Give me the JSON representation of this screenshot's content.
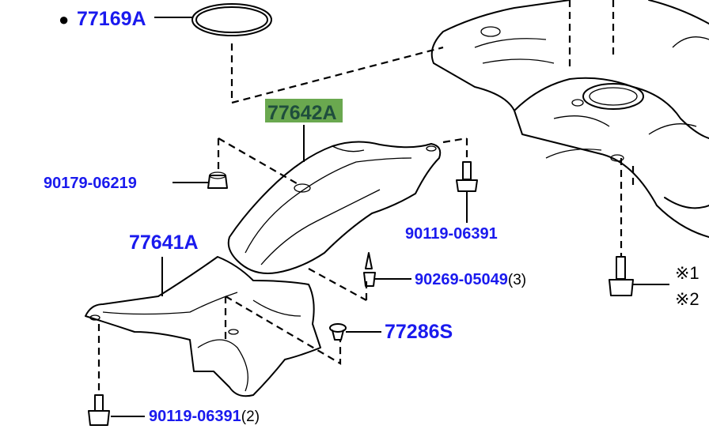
{
  "colors": {
    "part_number": "#1a1aee",
    "highlight": "#6aa84f",
    "highlight_text": "#1f4e3d"
  },
  "labels": {
    "gasket": {
      "number": "77169A",
      "marker": "●"
    },
    "protector_highlighted": {
      "number": "77642A"
    },
    "nut": {
      "number": "90179-06219"
    },
    "protector_lower": {
      "number": "77641A"
    },
    "bolt_upper": {
      "number": "90119-06391"
    },
    "clip": {
      "number": "90269-05049",
      "qty": "(3)"
    },
    "plug": {
      "number": "77286S"
    },
    "bolt_lower": {
      "number": "90119-06391",
      "qty": "(2)"
    },
    "tank_bolt_notes": [
      "※1",
      "※2"
    ]
  }
}
